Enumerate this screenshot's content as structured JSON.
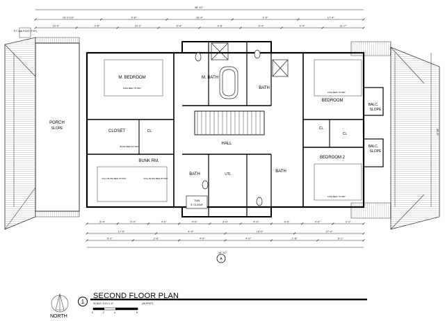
{
  "title_block": {
    "drawing_number": "1",
    "title": "SECOND FLOOR PLAN",
    "scale": "SCALE: 1/4\"=1'-0\"",
    "scale_unit": "(IN FEET)",
    "scale_ticks": [
      "0",
      "2",
      "4",
      "8"
    ],
    "north_label": "NORTH"
  },
  "rooms": {
    "master_bedroom": "M. BEDROOM",
    "master_bath": "M. BATH",
    "bath_1": "BATH",
    "bedroom_1": "BEDROOM",
    "porch": "PORCH",
    "porch_slope": "SLOPE",
    "closet": "CLOSET",
    "cl_1": "CL",
    "cl_2": "CL",
    "cl_3": "CL",
    "hall": "HALL",
    "bunk_room": "BUNK RM.",
    "bath_2": "BATH",
    "bath_3": "BATH",
    "utility": "UTL",
    "bedroom_2": "BEDROOM 2",
    "balc_1": "BALC.",
    "balc_1_slope": "SLOPE",
    "balc_2": "BALC.",
    "balc_2_slope": "SLOPE",
    "tub": "TUB",
    "tub_clear": "5' CLEAR",
    "king_bed_1": "KING BED 76\"X80\"",
    "king_bed_2": "KING BED 76\"X80\"",
    "king_bed_3": "KING BED 76\"X80\"",
    "bunk_bed": "BUNK BED 52\"X80\"",
    "full_bunk_bed_1": "FULL BUNK BED 75\"X50\"",
    "full_bunk_bed_2": "FULL BUNK BED 75\"X50\""
  },
  "dimensions": {
    "overall_top": "48'-10\"",
    "overall_bottom": "48'-10\"",
    "overall_right": "28'-8\"",
    "top_row": [
      "16'-0 1/2\"",
      "5'-6\"",
      "16'-4\"",
      "3'-5\"",
      "17'-4\""
    ],
    "top_row_2": [
      "10'-0\"",
      "2'-6\"",
      "10'-2\"",
      "5'-4\"",
      "4'-8\"",
      "5'-4\"",
      "4'-4\"",
      "11'-7\""
    ],
    "bottom_row": [
      "5'-4\"",
      "5'-4\"",
      "4'-0\"",
      "4'-0\"",
      "3'-0\"",
      "4'-0\"",
      "4'-0\"",
      "4'-0\"",
      "2'-2\""
    ],
    "bottom_row_2": [
      "17'-6\"",
      "4'-0\"",
      "15'-0\"",
      "17'-4\""
    ],
    "bottom_row_3": [
      "5'-1\"",
      "2'-6\"",
      "4'-0\"",
      "4'-0\"",
      "2'-6\"",
      "5'-1\""
    ]
  },
  "labels": {
    "post_note": "P.T. 6x6 POST (TYP.)",
    "section_mark": "A"
  }
}
